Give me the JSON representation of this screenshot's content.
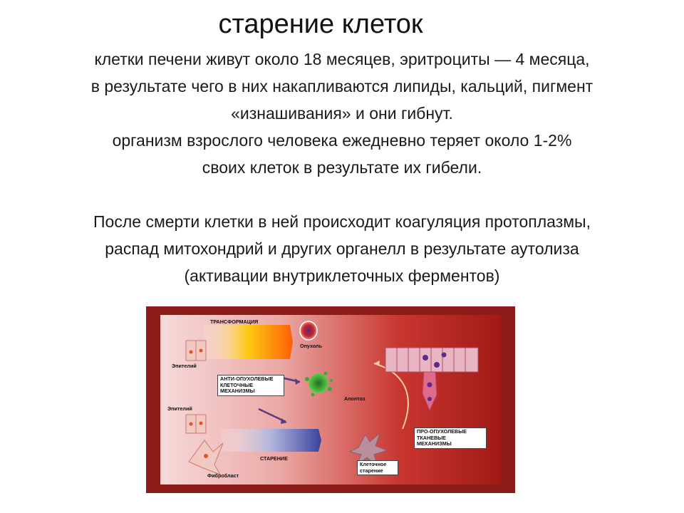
{
  "title": "старение клеток",
  "paragraphs": [
    {
      "lines": [
        "клетки печени живут около 18 месяцев, эритроциты — 4 месяца,",
        "в результате чего в них накапливаются липиды, кальций, пигмент",
        "«изнашивания» и они гибнут.",
        "организм взрослого человека ежедневно теряет около 1-2%",
        "своих клеток в результате их гибели."
      ]
    },
    {
      "lines": [
        "После смерти клетки в ней происходит коагуляция протоплазмы,",
        "распад митохондрий и других органелл в результате аутолиза",
        "(активации внутриклеточных ферментов)"
      ]
    }
  ],
  "figure": {
    "labels": {
      "transformation": "ТРАНСФОРМАЦИЯ",
      "tumor": "Опухоль",
      "epithelium_top": "Эпителий",
      "anti_tumor": "АНТИ-ОПУХОЛЕВЫЕ\nКЛЕТОЧНЫЕ\nМЕХАНИЗМЫ",
      "apoptosis": "Апоптоз",
      "epithelium_bottom": "Эпителий",
      "pro_tumor": "ПРО-ОПУХОЛЕВЫЕ\nТКАНЕВЫЕ\nМЕХАНИЗМЫ",
      "aging": "СТАРЕНИЕ",
      "cellular_aging": "Клеточное\nстарение",
      "fibroblast": "Фибробласт"
    },
    "colors": {
      "frame": "#8c1c17",
      "cell_fill": "#f2c9c0",
      "cell_nucleus": "#e2522a",
      "tumor_cell": "#c0262b",
      "apoptotic_cell": "#2e9a2e",
      "senescent_cell": "#b98f9e"
    }
  }
}
